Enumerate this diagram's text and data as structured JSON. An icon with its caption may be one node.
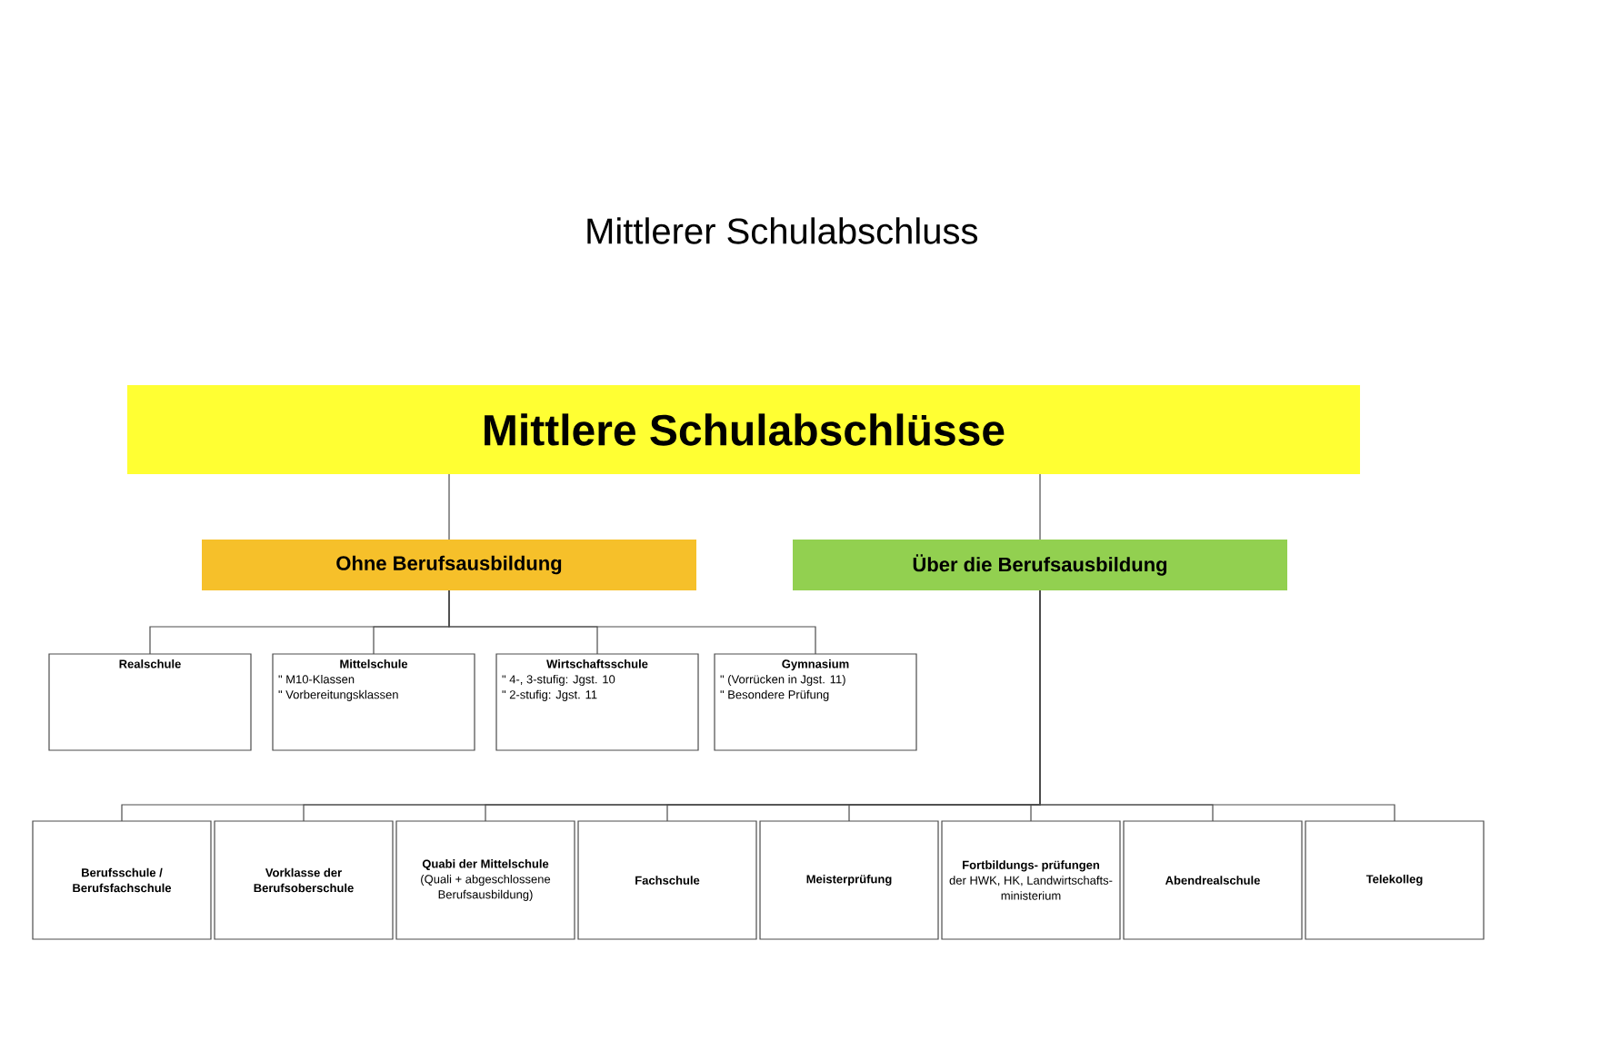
{
  "diagram": {
    "title": "Mittlerer Schulabschluss",
    "nodes": [
      {
        "text": [
          "Mittlere Schulabschlüsse"
        ]
      },
      {
        "text": [
          "Ohne Berufsausbildung"
        ]
      },
      {
        "text": [
          "Über die Berufsausbildung"
        ]
      },
      {
        "text": [
          "Realschule"
        ]
      },
      {
        "text": [
          "Mittelschule",
          "\" M10-Klassen",
          "\" Vorbereitungsklassen"
        ]
      },
      {
        "text": [
          "Wirtschaftsschule",
          "\" 4-, 3-stufig: Jgst. 10",
          "\" 2-stufig: Jgst. 11"
        ]
      },
      {
        "text": [
          "Gymnasium",
          "\" (Vorrücken in Jgst. 11)",
          "\" Besondere Prüfung"
        ]
      },
      {
        "text": [
          "Berufsschule / Berufsfachschule"
        ]
      },
      {
        "text": [
          "Vorklasse der Berufsoberschule"
        ]
      },
      {
        "text": [
          "Quabi der Mittelschule",
          "(Quali + abgeschlossene Berufsausbildung)"
        ]
      },
      {
        "text": [
          "Fachschule"
        ]
      },
      {
        "text": [
          "Meisterprüfung"
        ]
      },
      {
        "text": [
          "Fortbildungs- prüfungen",
          "der HWK, HK, Landwirtschafts- ministerium"
        ]
      },
      {
        "text": [
          "Abendrealschule"
        ]
      },
      {
        "text": [
          "Telekolleg"
        ]
      }
    ],
    "edges": [
      {
        "from": 0,
        "to": 1,
        "arrow": "none"
      },
      {
        "from": 0,
        "to": 2,
        "arrow": "none"
      },
      {
        "from": 1,
        "to": 3,
        "arrow": "none"
      },
      {
        "from": 1,
        "to": 4,
        "arrow": "none"
      },
      {
        "from": 1,
        "to": 5,
        "arrow": "none"
      },
      {
        "from": 1,
        "to": 6,
        "arrow": "none"
      },
      {
        "from": 2,
        "to": 7,
        "arrow": "none"
      },
      {
        "from": 2,
        "to": 8,
        "arrow": "none"
      },
      {
        "from": 2,
        "to": 9,
        "arrow": "none"
      },
      {
        "from": 2,
        "to": 10,
        "arrow": "none"
      },
      {
        "from": 2,
        "to": 11,
        "arrow": "none"
      },
      {
        "from": 2,
        "to": 12,
        "arrow": "none"
      },
      {
        "from": 2,
        "to": 13,
        "arrow": "none"
      },
      {
        "from": 2,
        "to": 14,
        "arrow": "none"
      }
    ]
  }
}
